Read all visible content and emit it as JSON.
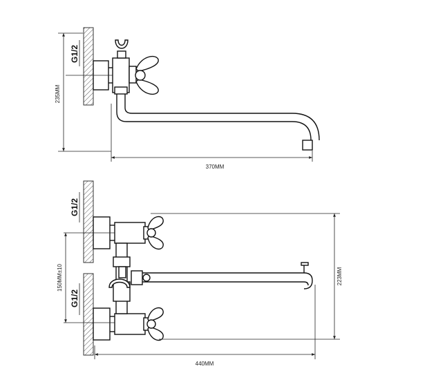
{
  "drawing": {
    "top_view": {
      "thread_label": "G1/2",
      "height_label": "235MM",
      "length_label": "370MM"
    },
    "bottom_view": {
      "thread_label_upper": "G1/2",
      "thread_label_lower": "G1/2",
      "spacing_label": "150MM±10",
      "length_label": "440MM",
      "height_label": "223MM"
    },
    "colors": {
      "line": "#111111",
      "background": "#ffffff"
    }
  }
}
